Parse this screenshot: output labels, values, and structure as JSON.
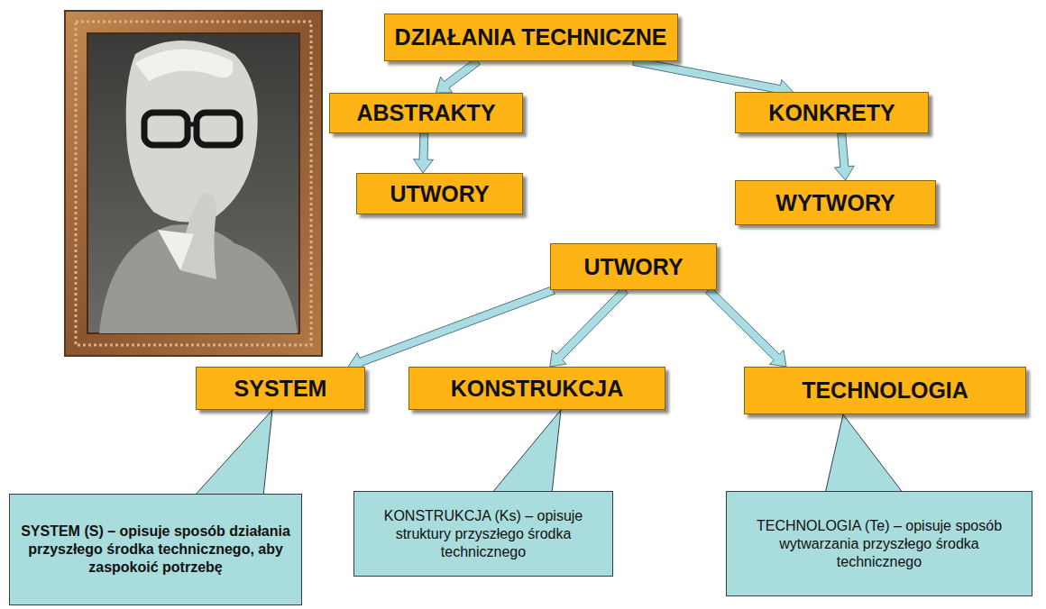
{
  "diagram": {
    "nodes": [
      {
        "text": [
          "DZIAŁANIA TECHNICZNE"
        ]
      },
      {
        "text": [
          "ABSTRAKTY"
        ]
      },
      {
        "text": [
          "KONKRETY"
        ]
      },
      {
        "text": [
          "UTWORY"
        ]
      },
      {
        "text": [
          "WYTWORY"
        ]
      },
      {
        "text": [
          "UTWORY"
        ]
      },
      {
        "text": [
          "SYSTEM"
        ]
      },
      {
        "text": [
          "KONSTRUKCJA"
        ]
      },
      {
        "text": [
          "TECHNOLOGIA"
        ]
      },
      {
        "text": [
          "SYSTEM (S) – opisuje sposób działania przyszłego środka technicznego, aby zaspokoić potrzebę"
        ]
      },
      {
        "text": [
          "KONSTRUKCJA (Ks) – opisuje struktury przyszłego środka technicznego"
        ]
      },
      {
        "text": [
          "TECHNOLOGIA (Te) – opisuje sposób wytwarzania przyszłego środka technicznego"
        ]
      }
    ],
    "edges": [
      {
        "from": 0,
        "to": 1,
        "arrow": "to"
      },
      {
        "from": 0,
        "to": 2,
        "arrow": "to"
      },
      {
        "from": 1,
        "to": 3,
        "arrow": "to"
      },
      {
        "from": 2,
        "to": 4,
        "arrow": "to"
      },
      {
        "from": 5,
        "to": 6,
        "arrow": "to"
      },
      {
        "from": 5,
        "to": 7,
        "arrow": "to"
      },
      {
        "from": 5,
        "to": 8,
        "arrow": "to"
      }
    ]
  }
}
